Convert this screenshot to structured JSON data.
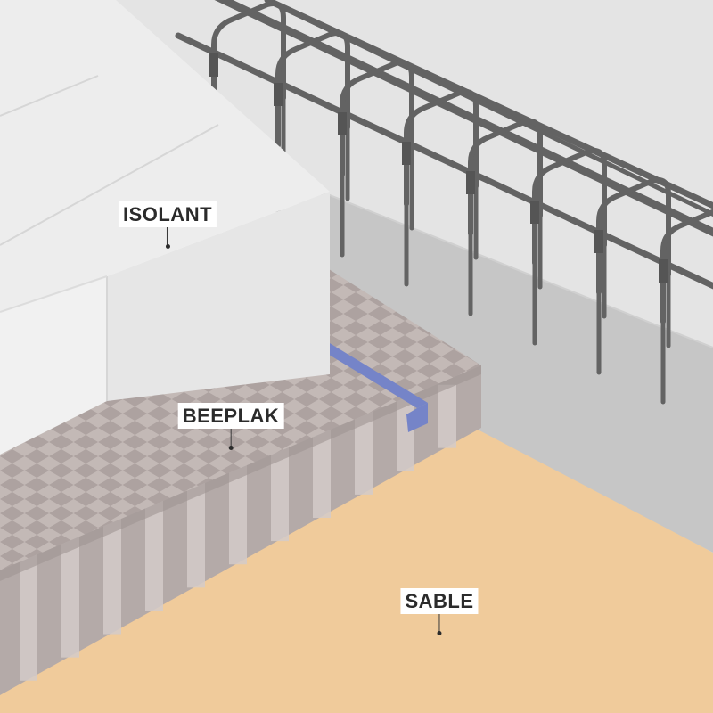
{
  "diagram": {
    "layers": [
      {
        "id": "isolant",
        "label": "ISOLANT",
        "color": "#ededed"
      },
      {
        "id": "beeplak",
        "label": "BEEPLAK",
        "color": "#aea3a1"
      },
      {
        "id": "sable",
        "label": "SABLE",
        "color": "#f0cb9b"
      }
    ],
    "colors": {
      "wall": "#e4e4e4",
      "wall_base": "#c6c6c6",
      "rebar": "#636363",
      "tape": "#7584c8",
      "background": "#ffffff"
    }
  }
}
